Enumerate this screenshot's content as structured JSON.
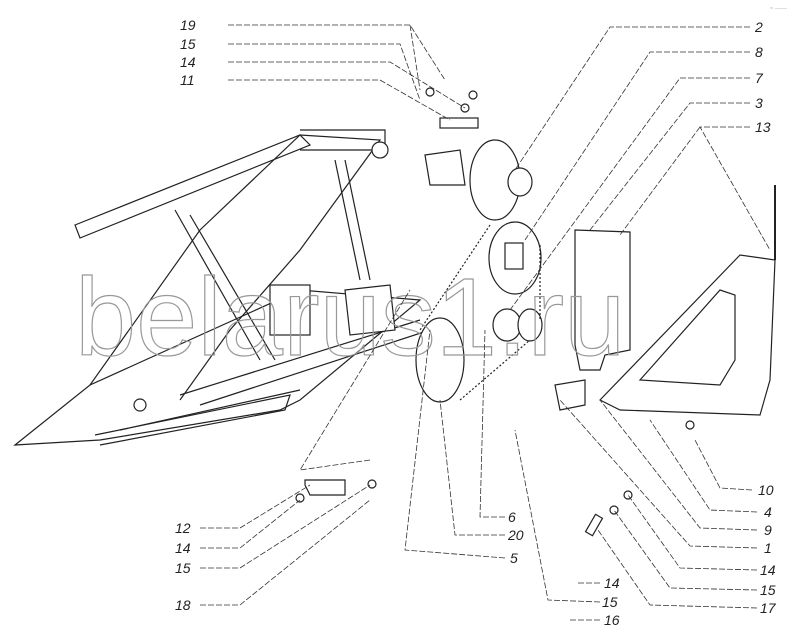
{
  "diagram": {
    "watermark": "belarus1.ru",
    "callouts_top_left": [
      "19",
      "15",
      "14",
      "11"
    ],
    "callouts_top_right": [
      "2",
      "8",
      "7",
      "3",
      "13"
    ],
    "callouts_right": [
      "10",
      "4",
      "9",
      "1",
      "14",
      "15",
      "17"
    ],
    "callouts_center": [
      "6",
      "20",
      "5"
    ],
    "callouts_bottom_left": [
      "12",
      "14",
      "15",
      "18"
    ],
    "callouts_bottom": [
      "14",
      "15",
      "16"
    ]
  }
}
